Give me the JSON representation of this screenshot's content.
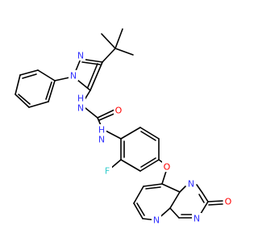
{
  "molecule": {
    "atoms": [
      {
        "id": "N1",
        "label": "N",
        "color": "#3333ff"
      },
      {
        "id": "N2",
        "label": "N",
        "color": "#3333ff"
      },
      {
        "id": "NH1",
        "label": "H",
        "color": "#3333ff"
      },
      {
        "id": "NH1N",
        "label": "N",
        "color": "#3333ff"
      },
      {
        "id": "O1",
        "label": "O",
        "color": "#ff0000"
      },
      {
        "id": "NH2",
        "label": "H",
        "color": "#3333ff"
      },
      {
        "id": "NH2N",
        "label": "N",
        "color": "#3333ff"
      },
      {
        "id": "F1",
        "label": "F",
        "color": "#33cccc"
      },
      {
        "id": "O2",
        "label": "O",
        "color": "#ff0000"
      },
      {
        "id": "N3",
        "label": "N",
        "color": "#3333ff"
      },
      {
        "id": "N4",
        "label": "N",
        "color": "#3333ff"
      },
      {
        "id": "N5",
        "label": "N",
        "color": "#3333ff"
      },
      {
        "id": "O3",
        "label": "O",
        "color": "#ff0000"
      }
    ]
  }
}
